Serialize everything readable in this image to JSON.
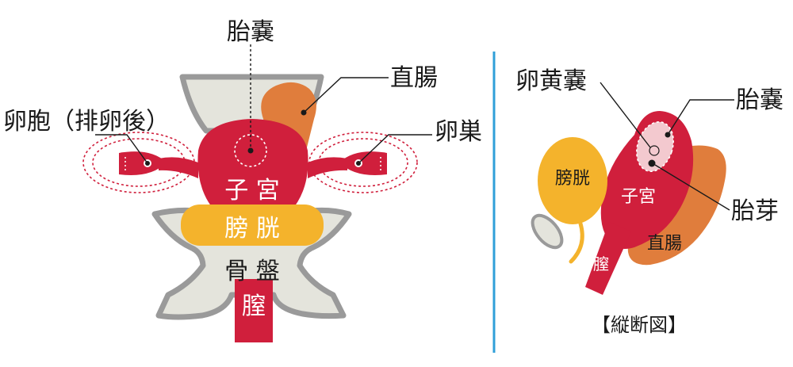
{
  "front_view": {
    "labels": {
      "gestational_sac": "胎嚢",
      "rectum": "直腸",
      "corpus_luteum": "卵胞（排卵後）",
      "ovary": "卵巣",
      "uterus": "子 宮",
      "bladder": "膀 胱",
      "pelvis": "骨 盤",
      "vagina": "膣"
    }
  },
  "section_view": {
    "labels": {
      "yolk_sac": "卵黄嚢",
      "gestational_sac": "胎嚢",
      "bladder": "膀胱",
      "uterus": "子宮",
      "embryo": "胎芽",
      "rectum": "直腸",
      "vagina": "膣"
    },
    "caption": "【縦断図】"
  },
  "colors": {
    "uterus": "#d01f3c",
    "bladder": "#f4b32c",
    "rectum": "#e07d3c",
    "pelvis_fill": "#e4e4dc",
    "pelvis_stroke": "#9a9a9a",
    "divider": "#2f9fd8",
    "sac_fill": "#f3c9cf"
  }
}
